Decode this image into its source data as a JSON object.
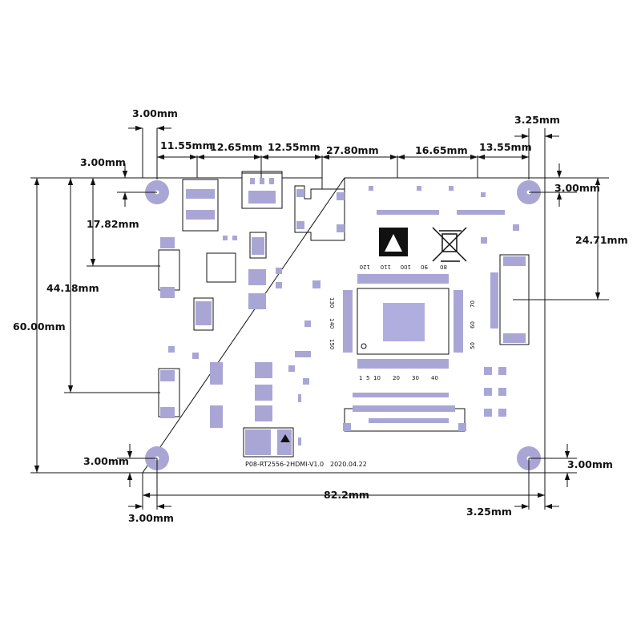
{
  "board": {
    "silkscreen_label": "P08-RT2556-2HDMI-V1.0",
    "silkscreen_date": "2020.04.22",
    "ic_pin_numbers_top": [
      "120",
      "110",
      "100",
      "90",
      "80"
    ],
    "ic_pin_numbers_left": [
      "130",
      "140",
      "150"
    ],
    "ic_pin_numbers_right": [
      "70",
      "60",
      "50"
    ],
    "ic_pin_numbers_bottom": [
      "1",
      "5",
      "10",
      "20",
      "30",
      "40"
    ]
  },
  "dimensions": {
    "top_hole_offset": "3.00mm",
    "top_right_hole_offset": "3.25mm",
    "seg_1": "11.55mm",
    "seg_2": "12.65mm",
    "seg_3": "12.55mm",
    "seg_4": "27.80mm",
    "seg_5": "16.65mm",
    "seg_6": "13.55mm",
    "left_top_hole": "3.00mm",
    "right_top_hole": "3.00mm",
    "left_17": "17.82mm",
    "left_44": "44.18mm",
    "left_60": "60.00mm",
    "right_24": "24.71mm",
    "left_bottom_hole": "3.00mm",
    "right_bottom_hole": "3.00mm",
    "bottom_total": "82.2mm",
    "bottom_left_offset": "3.00mm",
    "bottom_right_offset": "3.25mm"
  }
}
